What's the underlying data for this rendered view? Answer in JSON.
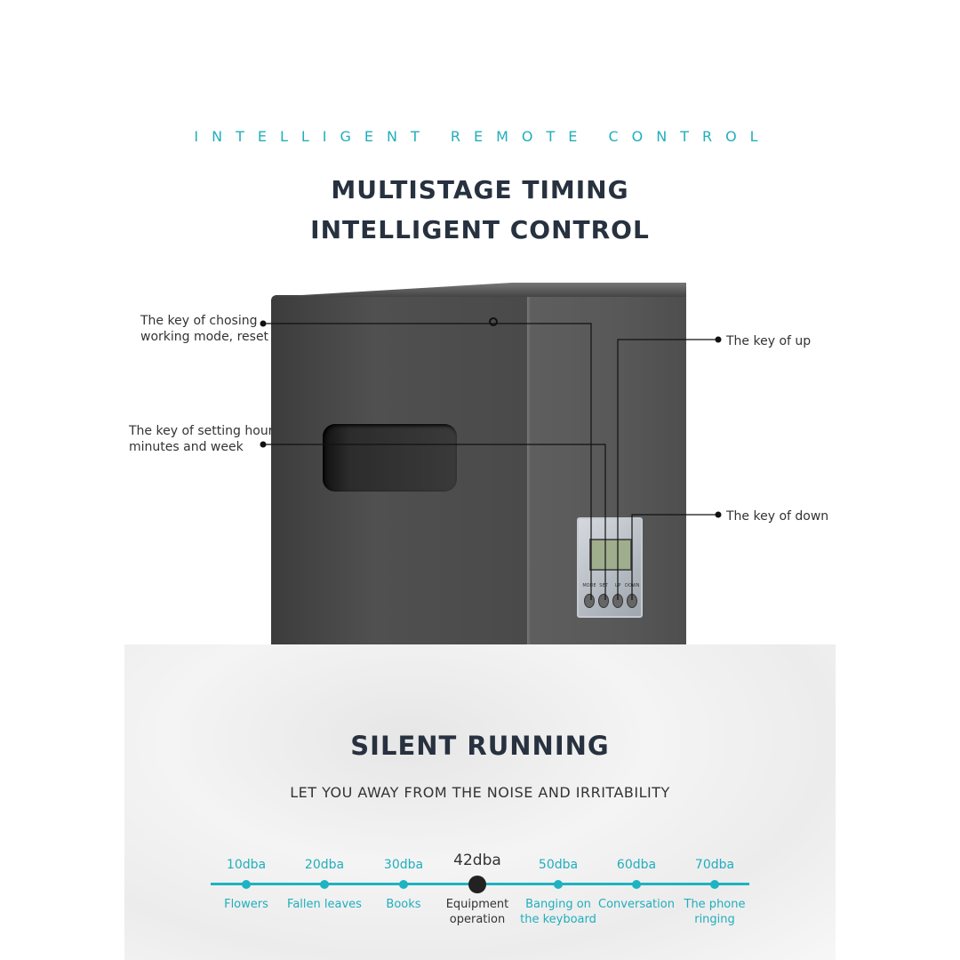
{
  "header": {
    "kicker": "INTELLIGENT REMOTE CONTROL",
    "title_line1": "MULTISTAGE TIMING",
    "title_line2": "INTELLIGENT CONTROL"
  },
  "callouts": {
    "mode": [
      "The key of chosing",
      "working mode, reset"
    ],
    "set": [
      "The key of setting hour",
      "minutes and week"
    ],
    "up": "The key of up",
    "down": "The key of down"
  },
  "panel": {
    "buttons": [
      "MODE",
      "SET",
      "UP",
      "DOWN"
    ]
  },
  "silent": {
    "title": "SILENT RUNNING",
    "subtitle": "LET YOU AWAY FROM THE NOISE AND IRRITABILITY"
  },
  "scale": [
    {
      "value": "10dba",
      "label": "Flowers",
      "label2": ""
    },
    {
      "value": "20dba",
      "label": "Fallen leaves",
      "label2": ""
    },
    {
      "value": "30dba",
      "label": "Books",
      "label2": ""
    },
    {
      "value": "42dba",
      "label": "Equipment",
      "label2": "operation",
      "current": true
    },
    {
      "value": "50dba",
      "label": "Banging on",
      "label2": "the keyboard"
    },
    {
      "value": "60dba",
      "label": "Conversation",
      "label2": ""
    },
    {
      "value": "70dba",
      "label": "The phone",
      "label2": "ringing"
    }
  ],
  "colors": {
    "accent": "#1db3c1",
    "heading": "#27313f"
  }
}
